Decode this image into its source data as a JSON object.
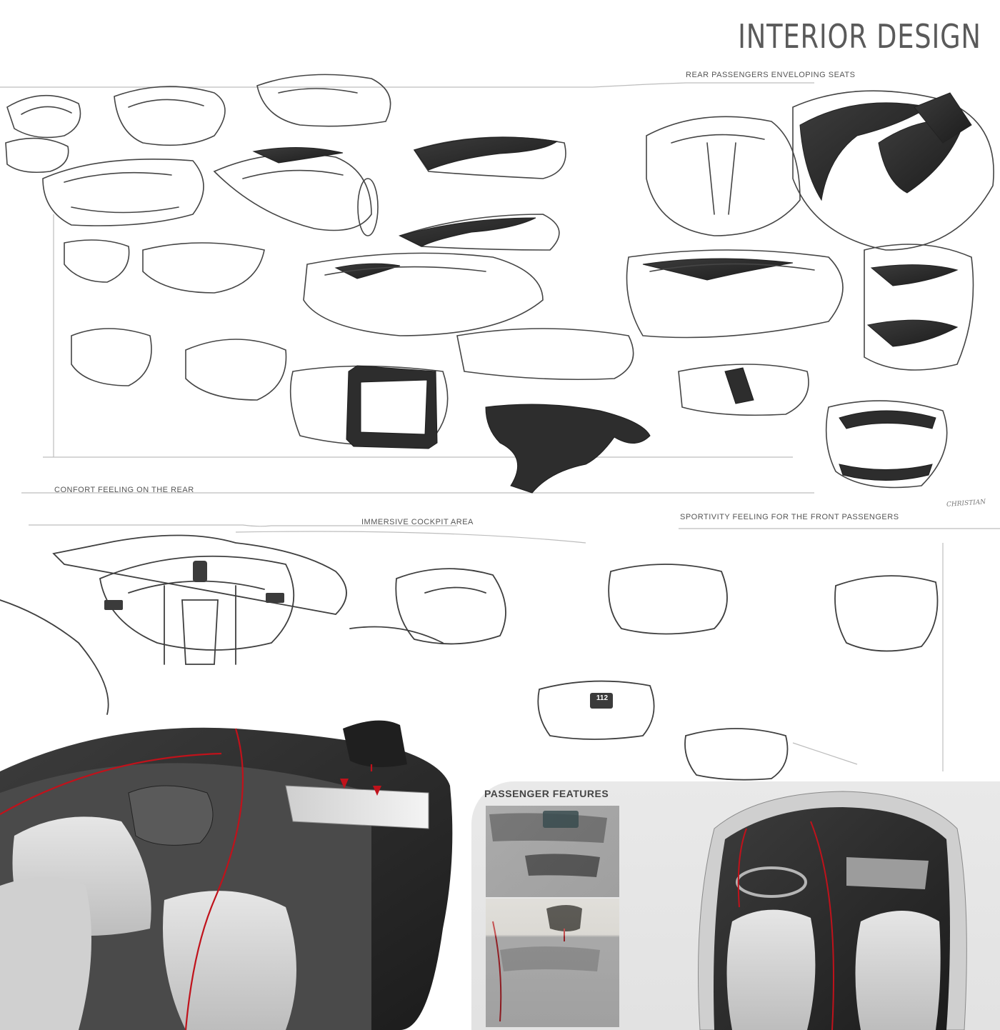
{
  "page": {
    "title": "INTERIOR DESIGN"
  },
  "captions": {
    "rear_seats": "REAR PASSENGERS ENVELOPING SEATS",
    "confort_rear": "CONFORT FEELING ON THE REAR",
    "cockpit": "IMMERSIVE COCKPIT AREA",
    "sportivity": "SPORTIVITY FEELING FOR THE FRONT PASSENGERS"
  },
  "passenger_features": {
    "title": "PASSENGER FEATURES"
  },
  "sketch_markings": {
    "steering_display": "112",
    "signature": "CHRISTIAN"
  },
  "colors": {
    "background": "#ffffff",
    "pencil": "#3d3d3d",
    "accent_red": "#c0121b",
    "carbon": "#2a2a2a",
    "seat_light": "#dcdcdc",
    "panel_gray": "#e6e6e6"
  }
}
